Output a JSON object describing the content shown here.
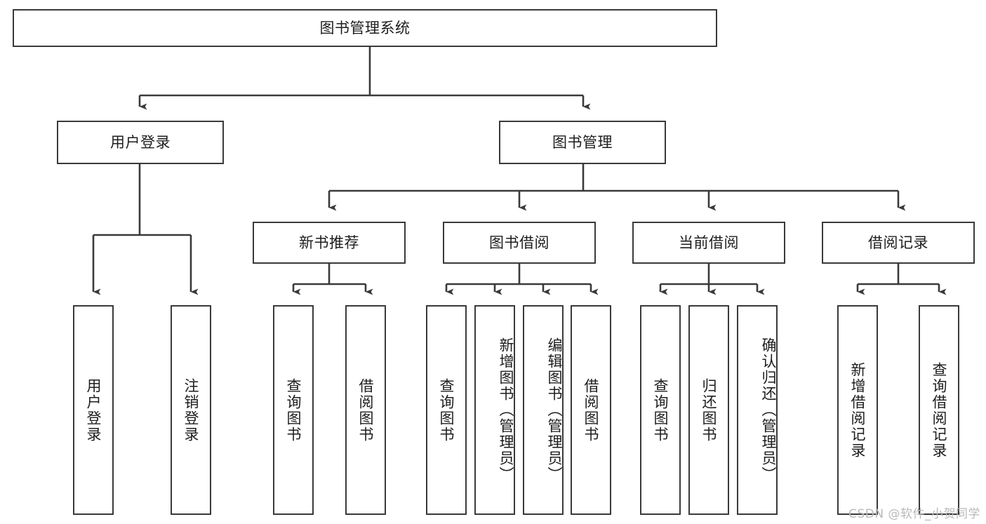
{
  "diagram": {
    "title": "图书管理系统",
    "type": "tree-hierarchy",
    "line_color": "#3a3a3a",
    "box_fill": "#ffffff",
    "text_color": "#1d1d1d",
    "watermark": "CSDN @软件_小贺同学",
    "nodes": {
      "root": {
        "label": "图书管理系统"
      },
      "level2": [
        {
          "id": "user-login",
          "label": "用户登录"
        },
        {
          "id": "book-manage",
          "label": "图书管理"
        }
      ],
      "level3": [
        {
          "id": "new-book-recommend",
          "label": "新书推荐"
        },
        {
          "id": "book-borrow",
          "label": "图书借阅"
        },
        {
          "id": "current-borrow",
          "label": "当前借阅"
        },
        {
          "id": "borrow-record",
          "label": "借阅记录"
        }
      ],
      "leaves": {
        "user-login": [
          {
            "id": "leaf-user-login",
            "label": "用户登录"
          },
          {
            "id": "leaf-logout-login",
            "label": "注销登录"
          }
        ],
        "new-book-recommend": [
          {
            "id": "leaf-query-book-1",
            "label": "查询图书"
          },
          {
            "id": "leaf-borrow-book-1",
            "label": "借阅图书"
          }
        ],
        "book-borrow": [
          {
            "id": "leaf-query-book-2",
            "label": "查询图书"
          },
          {
            "id": "leaf-add-book",
            "label": "新增图书（管理员）"
          },
          {
            "id": "leaf-edit-book",
            "label": "编辑图书（管理员）"
          },
          {
            "id": "leaf-borrow-book-2",
            "label": "借阅图书"
          }
        ],
        "current-borrow": [
          {
            "id": "leaf-query-book-3",
            "label": "查询图书"
          },
          {
            "id": "leaf-return-book",
            "label": "归还图书"
          },
          {
            "id": "leaf-confirm-return",
            "label": "确认归还（管理员）"
          }
        ],
        "borrow-record": [
          {
            "id": "leaf-add-record",
            "label": "新增借阅记录"
          },
          {
            "id": "leaf-query-record",
            "label": "查询借阅记录"
          }
        ]
      }
    }
  }
}
